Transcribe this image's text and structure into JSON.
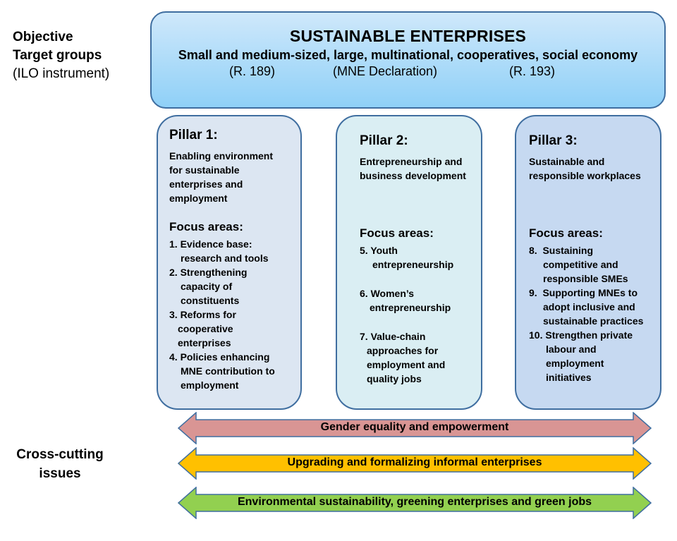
{
  "side": {
    "line1": "Objective",
    "line2": "Target groups",
    "line3": "(ILO instrument)"
  },
  "top": {
    "title": "SUSTAINABLE ENTERPRISES",
    "subtitle": "Small and medium-sized, large, multinational, cooperatives, social economy",
    "refs": [
      "(R. 189)",
      "(MNE Declaration)",
      "(R. 193)"
    ]
  },
  "pillars": [
    {
      "title": "Pillar 1:",
      "desc": [
        "Enabling environment",
        "for sustainable",
        "enterprises and",
        "employment"
      ],
      "focus_title": "Focus areas:",
      "items": [
        [
          "1. Evidence base:",
          "research and tools"
        ],
        [
          "2. Strengthening",
          "capacity of",
          "constituents"
        ],
        [
          "3. Reforms for",
          "cooperative",
          "enterprises"
        ],
        [
          "4. Policies enhancing",
          "MNE contribution to",
          "employment"
        ]
      ]
    },
    {
      "title": "Pillar 2:",
      "desc": [
        "Entrepreneurship and",
        "business development"
      ],
      "focus_title": "Focus areas:",
      "items": [
        [
          "5. Youth",
          "entrepreneurship"
        ],
        [
          "6. Women’s",
          "entrepreneurship"
        ],
        [
          "7. Value-chain",
          "approaches for",
          "employment and",
          "quality jobs"
        ]
      ]
    },
    {
      "title": "Pillar 3:",
      "desc": [
        "Sustainable and",
        "responsible workplaces"
      ],
      "focus_title": "Focus areas:",
      "items": [
        [
          "8.  Sustaining",
          "competitive and",
          "responsible SMEs"
        ],
        [
          "9.  Supporting MNEs to",
          "adopt inclusive and",
          "sustainable practices"
        ],
        [
          "10. Strengthen private",
          "labour and",
          "employment",
          "initiatives"
        ]
      ]
    }
  ],
  "cross": {
    "label_line1": "Cross-cutting",
    "label_line2": "issues"
  },
  "arrows": [
    {
      "label": "Gender equality and empowerment",
      "color": "#d99594"
    },
    {
      "label": "Upgrading and formalizing informal enterprises",
      "color": "#ffc000"
    },
    {
      "label": "Environmental sustainability, greening enterprises and green jobs",
      "color": "#92d050"
    }
  ],
  "colors": {
    "border": "#3f6ea0",
    "pillar1": "#dce6f2",
    "pillar2": "#daeef3",
    "pillar3": "#c6d9f1"
  }
}
